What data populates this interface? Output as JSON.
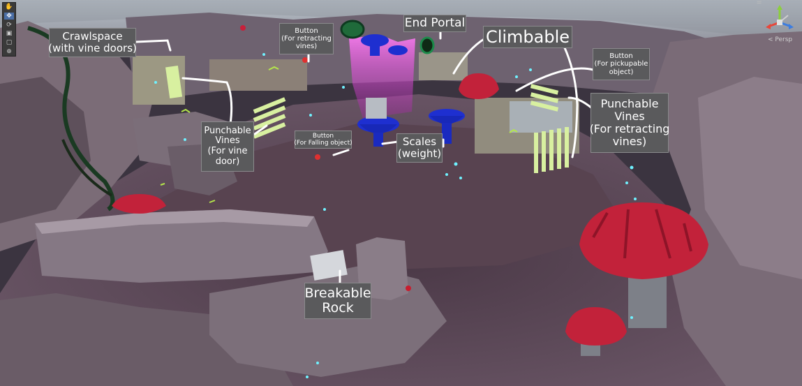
{
  "scene_view": {
    "camera_mode": "< Persp",
    "tools": [
      {
        "icon": "hand-tool-icon",
        "glyph": "✋"
      },
      {
        "icon": "move-tool-icon",
        "glyph": "✥"
      },
      {
        "icon": "rotate-tool-icon",
        "glyph": "⟳"
      },
      {
        "icon": "scale-tool-icon",
        "glyph": "▣"
      },
      {
        "icon": "rect-tool-icon",
        "glyph": "▢"
      },
      {
        "icon": "transform-tool-icon",
        "glyph": "⊕"
      }
    ],
    "gizmo_axes": {
      "x": "#e8473a",
      "y": "#8ccf3c",
      "z": "#3c7de0"
    }
  },
  "labels": {
    "crawlspace": [
      "Crawlspace",
      "(with vine doors)"
    ],
    "button_retract": [
      "Button",
      "(For retracting",
      "vines)"
    ],
    "end_portal": [
      "End Portal"
    ],
    "climbable": [
      "Climbable"
    ],
    "button_pickup": [
      "Button",
      "(For pickupable",
      "object)"
    ],
    "punch_vines_right": [
      "Punchable",
      "Vines",
      "(For retracting",
      "vines)"
    ],
    "punch_vines_left": [
      "Punchable",
      "Vines",
      "(For vine",
      "door)"
    ],
    "button_falling": [
      "Button",
      "(For Falling object)"
    ],
    "scales": [
      "Scales",
      "(weight)"
    ],
    "breakable_rock": [
      "Breakable",
      "Rock"
    ]
  },
  "colors": {
    "mushroom_red": "#c2223a",
    "scale_blue": "#1e2fd0",
    "portal_pink": "#e04bd8",
    "vine_highlight": "#d8f0a0",
    "ground": "#5e4c5c",
    "rock": "#6b5f6a",
    "label_bg": "#5a5a5c"
  }
}
